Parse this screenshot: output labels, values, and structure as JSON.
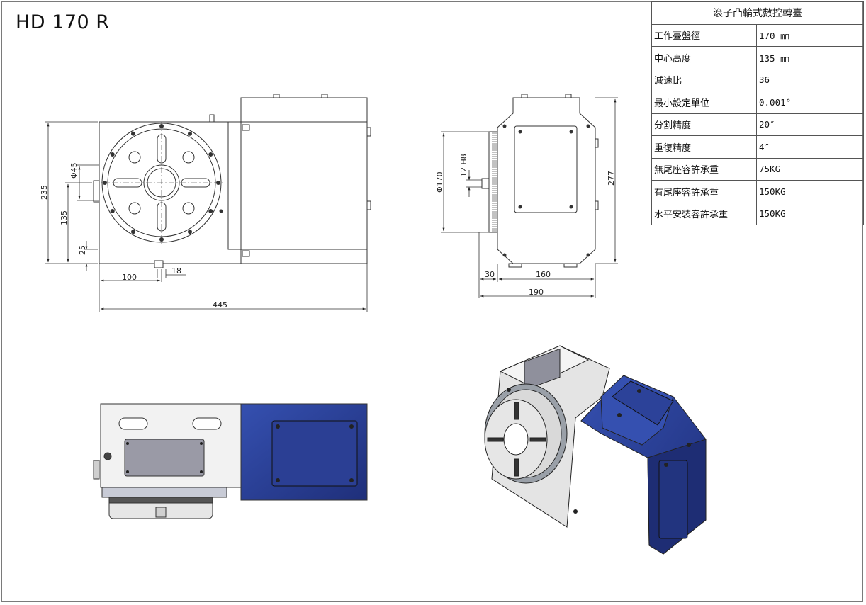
{
  "title": "HD 170 R",
  "spec_table": {
    "header": "滾子凸輪式數控轉臺",
    "rows": [
      {
        "label": "工作臺盤徑",
        "value": "170 ㎜"
      },
      {
        "label": "中心高度",
        "value": "135 ㎜"
      },
      {
        "label": "減速比",
        "value": "36"
      },
      {
        "label": "最小設定單位",
        "value": "0.001°"
      },
      {
        "label": "分割精度",
        "value": "20″"
      },
      {
        "label": "重復精度",
        "value": "4″"
      },
      {
        "label": "無尾座容許承重",
        "value": "75KG"
      },
      {
        "label": "有尾座容許承重",
        "value": "150KG"
      },
      {
        "label": "水平安裝容許承重",
        "value": "150KG"
      }
    ]
  },
  "dimensions": {
    "front": {
      "height_total": "235",
      "center_height": "135",
      "base_height": "25",
      "bore": "Φ45",
      "offset_100": "100",
      "slot_18": "18",
      "length_total": "445"
    },
    "side": {
      "table_dia": "Φ170",
      "bore_fit": "12 H8",
      "height_total": "277",
      "front_30": "30",
      "body_160": "160",
      "total_190": "190"
    }
  },
  "colors": {
    "motor_blue": "#2a3f96",
    "motor_blue_dark": "#1c2c72",
    "body_grey": "#d9d9d9",
    "body_light": "#ececec",
    "line": "#333333"
  }
}
